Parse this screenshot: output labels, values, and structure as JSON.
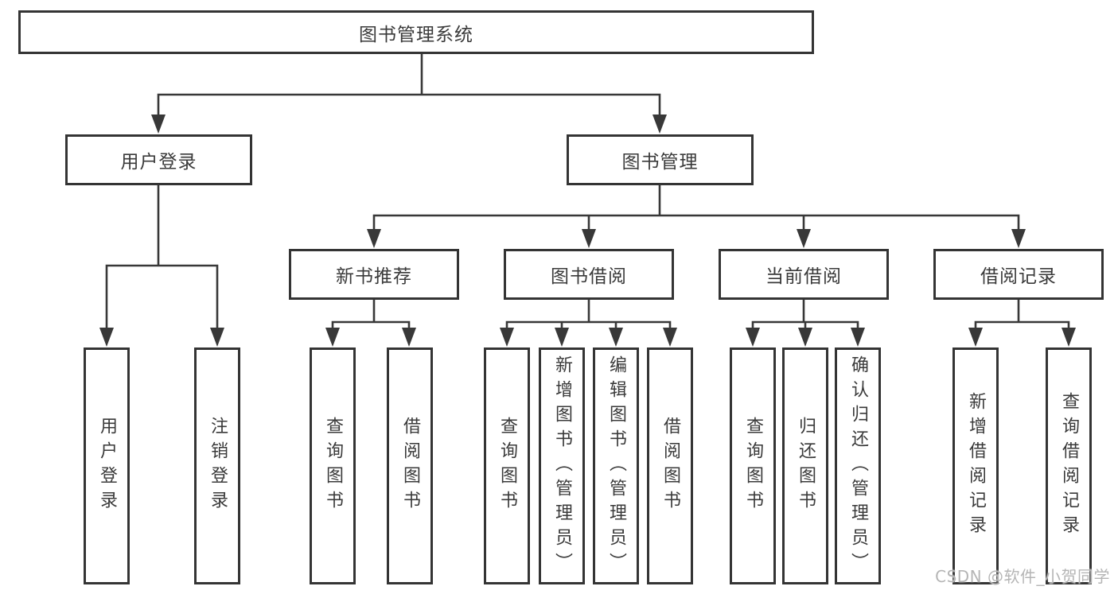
{
  "diagram": {
    "root": {
      "label": "图书管理系统"
    },
    "level1": [
      {
        "label": "用户登录",
        "children": [
          {
            "label": "用户登录"
          },
          {
            "label": "注销登录"
          }
        ]
      },
      {
        "label": "图书管理",
        "children": [
          {
            "label": "新书推荐",
            "children": [
              {
                "label": "查询图书"
              },
              {
                "label": "借阅图书"
              }
            ]
          },
          {
            "label": "图书借阅",
            "children": [
              {
                "label": "查询图书"
              },
              {
                "label": "新增图书（管理员）"
              },
              {
                "label": "编辑图书（管理员）"
              },
              {
                "label": "借阅图书"
              }
            ]
          },
          {
            "label": "当前借阅",
            "children": [
              {
                "label": "查询图书"
              },
              {
                "label": "归还图书"
              },
              {
                "label": "确认归还（管理员）"
              }
            ]
          },
          {
            "label": "借阅记录",
            "children": [
              {
                "label": "新增借阅记录"
              },
              {
                "label": "查询借阅记录"
              }
            ]
          }
        ]
      }
    ]
  },
  "watermark": {
    "text": "CSDN @软件_小贺同学"
  },
  "colors": {
    "line": "#383838",
    "box_border": "#343434",
    "text": "#3a3a3a",
    "watermark": "#b5b5b5",
    "background": "#ffffff"
  }
}
